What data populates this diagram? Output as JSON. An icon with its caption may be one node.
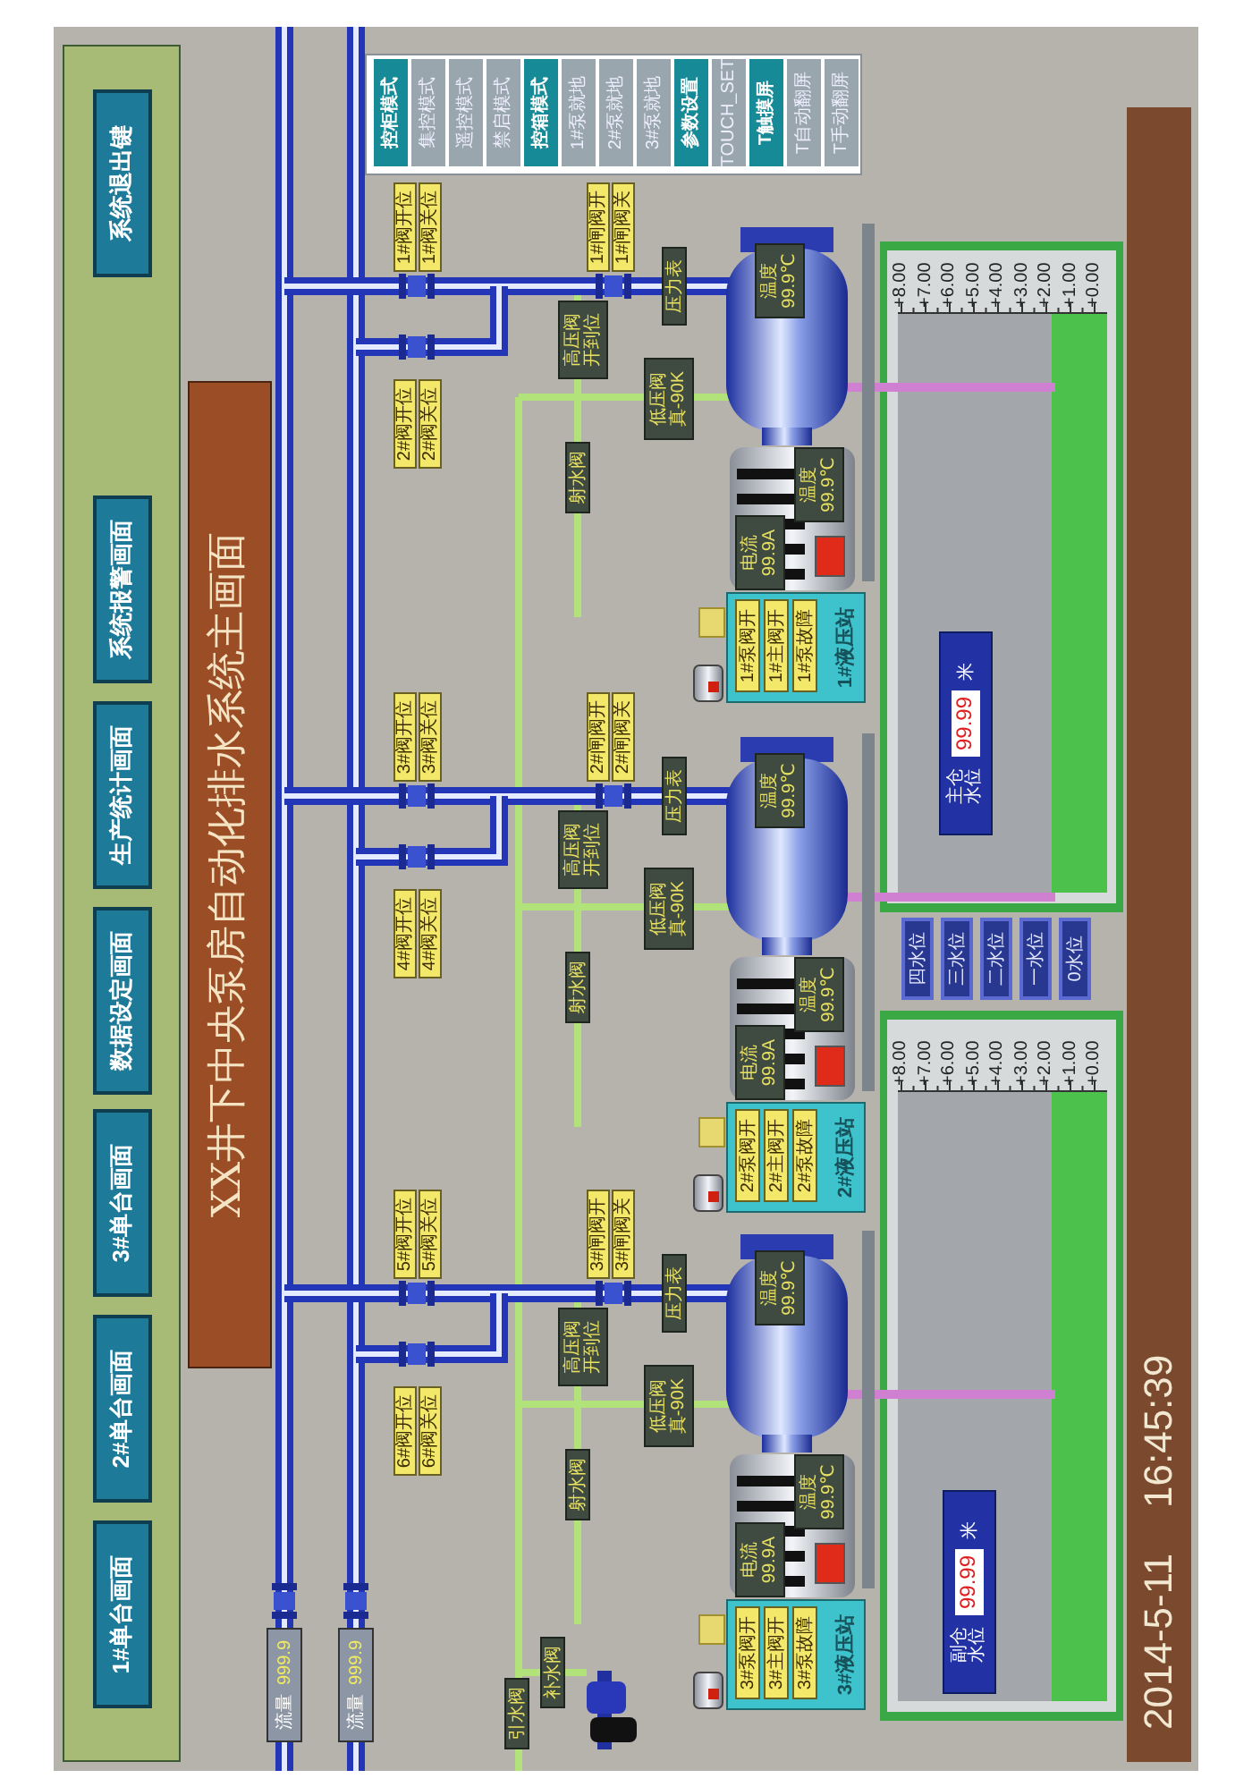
{
  "diagram": {
    "title": "XX井下中央泵房自动化排水系统主画面",
    "nodes": [
      {
        "text": [
          "1#单台画面"
        ]
      },
      {
        "text": [
          "2#单台画面"
        ]
      },
      {
        "text": [
          "3#单台画面"
        ]
      },
      {
        "text": [
          "数据设定画面"
        ]
      },
      {
        "text": [
          "生产统计画面"
        ]
      },
      {
        "text": [
          "系统报警画面"
        ]
      },
      {
        "text": [
          "系统退出键"
        ]
      },
      {
        "text": [],
        "shape": "box"
      },
      {
        "text": [
          "控柜模式"
        ],
        "in": 7
      },
      {
        "text": [
          "集控模式"
        ],
        "in": 7
      },
      {
        "text": [
          "遥控模式"
        ],
        "in": 7
      },
      {
        "text": [
          "禁启模式"
        ],
        "in": 7
      },
      {
        "text": [
          "控箱模式"
        ],
        "in": 7
      },
      {
        "text": [
          "1#泵就地"
        ],
        "in": 7
      },
      {
        "text": [
          "2#泵就地"
        ],
        "in": 7
      },
      {
        "text": [
          "3#泵就地"
        ],
        "in": 7
      },
      {
        "text": [
          "参数设置"
        ],
        "in": 7
      },
      {
        "text": [
          "TOUCH_SET"
        ],
        "in": 7
      },
      {
        "text": [
          "T触摸屏"
        ],
        "in": 7
      },
      {
        "text": [
          "T自动翻屏"
        ],
        "in": 7
      },
      {
        "text": [
          "T手动翻屏"
        ],
        "in": 7
      },
      {
        "text": [
          "1#阀开位"
        ]
      },
      {
        "text": [
          "1#阀关位"
        ]
      },
      {
        "text": [
          "2#阀开位"
        ]
      },
      {
        "text": [
          "2#阀关位"
        ]
      },
      {
        "text": [
          "1#闸阀开"
        ]
      },
      {
        "text": [
          "1#闸阀关"
        ]
      },
      {
        "text": [
          "压力表"
        ]
      },
      {
        "text": [
          "高压阀",
          "开到位"
        ]
      },
      {
        "text": [
          "低压阀",
          "真-90K"
        ]
      },
      {
        "text": [
          "射水阀"
        ]
      },
      {
        "text": [
          "温度",
          "99.9℃"
        ]
      },
      {
        "text": [
          "温度",
          "99.9℃"
        ]
      },
      {
        "text": [
          "电流",
          "99.9A"
        ]
      },
      {
        "text": [
          "1#液压站"
        ]
      },
      {
        "text": [
          "1#泵阀开"
        ],
        "in": 34
      },
      {
        "text": [
          "1#主阀开"
        ],
        "in": 34
      },
      {
        "text": [
          "1#泵故障"
        ],
        "in": 34
      },
      {
        "text": [
          "3#阀开位"
        ]
      },
      {
        "text": [
          "3#阀关位"
        ]
      },
      {
        "text": [
          "4#阀开位"
        ]
      },
      {
        "text": [
          "4#阀关位"
        ]
      },
      {
        "text": [
          "2#闸阀开"
        ]
      },
      {
        "text": [
          "2#闸阀关"
        ]
      },
      {
        "text": [
          "压力表"
        ]
      },
      {
        "text": [
          "高压阀",
          "开到位"
        ]
      },
      {
        "text": [
          "低压阀",
          "真-90K"
        ]
      },
      {
        "text": [
          "射水阀"
        ]
      },
      {
        "text": [
          "温度",
          "99.9℃"
        ]
      },
      {
        "text": [
          "温度",
          "99.9℃"
        ]
      },
      {
        "text": [
          "电流",
          "99.9A"
        ]
      },
      {
        "text": [
          "2#液压站"
        ]
      },
      {
        "text": [
          "2#泵阀开"
        ],
        "in": 51
      },
      {
        "text": [
          "2#主阀开"
        ],
        "in": 51
      },
      {
        "text": [
          "2#泵故障"
        ],
        "in": 51
      },
      {
        "text": [
          "5#阀开位"
        ]
      },
      {
        "text": [
          "5#阀关位"
        ]
      },
      {
        "text": [
          "6#阀开位"
        ]
      },
      {
        "text": [
          "6#阀关位"
        ]
      },
      {
        "text": [
          "3#闸阀开"
        ]
      },
      {
        "text": [
          "3#闸阀关"
        ]
      },
      {
        "text": [
          "压力表"
        ]
      },
      {
        "text": [
          "高压阀",
          "开到位"
        ]
      },
      {
        "text": [
          "低压阀",
          "真-90K"
        ]
      },
      {
        "text": [
          "射水阀"
        ]
      },
      {
        "text": [
          "温度",
          "99.9℃"
        ]
      },
      {
        "text": [
          "温度",
          "99.9℃"
        ]
      },
      {
        "text": [
          "电流",
          "99.9A"
        ]
      },
      {
        "text": [
          "3#液压站"
        ]
      },
      {
        "text": [
          "3#泵阀开"
        ],
        "in": 68
      },
      {
        "text": [
          "3#主阀开"
        ],
        "in": 68
      },
      {
        "text": [
          "3#泵故障"
        ],
        "in": 68
      },
      {
        "text": [
          "主仓水位",
          "99.99",
          "米"
        ]
      },
      {
        "text": [
          "四水位"
        ]
      },
      {
        "text": [
          "三水位"
        ]
      },
      {
        "text": [
          "二水位"
        ]
      },
      {
        "text": [
          "一水位"
        ]
      },
      {
        "text": [
          "0水位"
        ]
      },
      {
        "text": [
          "副仓水位",
          "99.99",
          "米"
        ]
      },
      {
        "text": [
          "流量",
          "999.9"
        ]
      },
      {
        "text": [
          "流量",
          "999.9"
        ]
      },
      {
        "text": [
          "补水阀"
        ]
      },
      {
        "text": [
          "引水阀"
        ]
      }
    ],
    "labels": [
      "+8.00",
      "+7.00",
      "+6.00",
      "+5.00",
      "+4.00",
      "+3.00",
      "+2.00",
      "+1.00",
      "+0.00",
      "+8.00",
      "+7.00",
      "+6.00",
      "+5.00",
      "+4.00",
      "+3.00",
      "+2.00",
      "+1.00",
      "+0.00",
      "2014-5-11",
      "16:45:39"
    ]
  }
}
